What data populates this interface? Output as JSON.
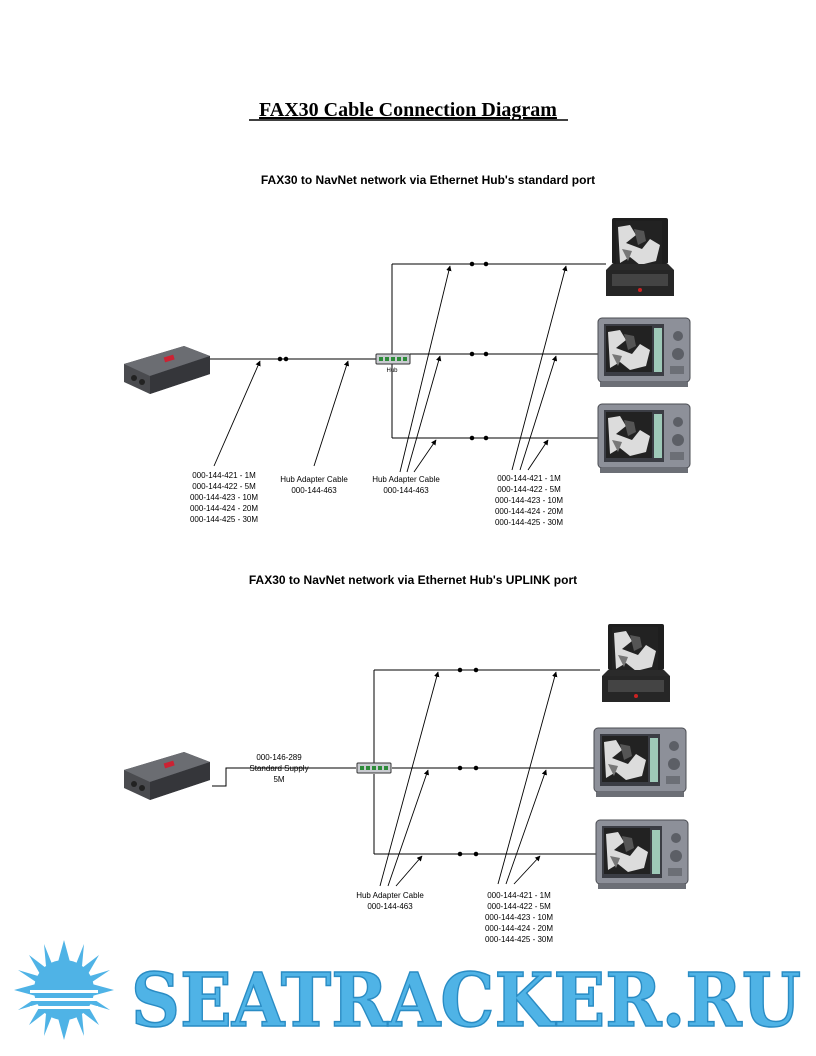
{
  "title": "FAX30 Cable Connection Diagram",
  "section1": {
    "heading": "FAX30 to NavNet network via Ethernet Hub's standard port",
    "left_cable_parts": [
      "000-144-421 - 1M",
      "000-144-422 - 5M",
      "000-144-423 - 10M",
      "000-144-424 - 20M",
      "000-144-425 - 30M"
    ],
    "hub_adapter_left": [
      "Hub Adapter Cable",
      "000-144-463"
    ],
    "hub_label": "Hub",
    "hub_adapter_right": [
      "Hub Adapter Cable",
      "000-144-463"
    ],
    "right_cable_parts": [
      "000-144-421 - 1M",
      "000-144-422 - 5M",
      "000-144-423 - 10M",
      "000-144-424 - 20M",
      "000-144-425 - 30M"
    ]
  },
  "section2": {
    "heading": "FAX30 to NavNet network via Ethernet Hub's UPLINK port",
    "standard_supply": [
      "000-146-289",
      "Standard Supply",
      "5M"
    ],
    "hub_adapter": [
      "Hub Adapter Cable",
      "000-144-463"
    ],
    "right_cable_parts": [
      "000-144-421 - 1M",
      "000-144-422 - 5M",
      "000-144-423 - 10M",
      "000-144-424 - 20M",
      "000-144-425 - 30M"
    ]
  },
  "watermark": "SEATRACKER.RU",
  "colors": {
    "line": "#000000",
    "device_gray": "#8a8c94",
    "hub_green": "#2e8b3a",
    "logo_blue": "#4fb3e6"
  }
}
